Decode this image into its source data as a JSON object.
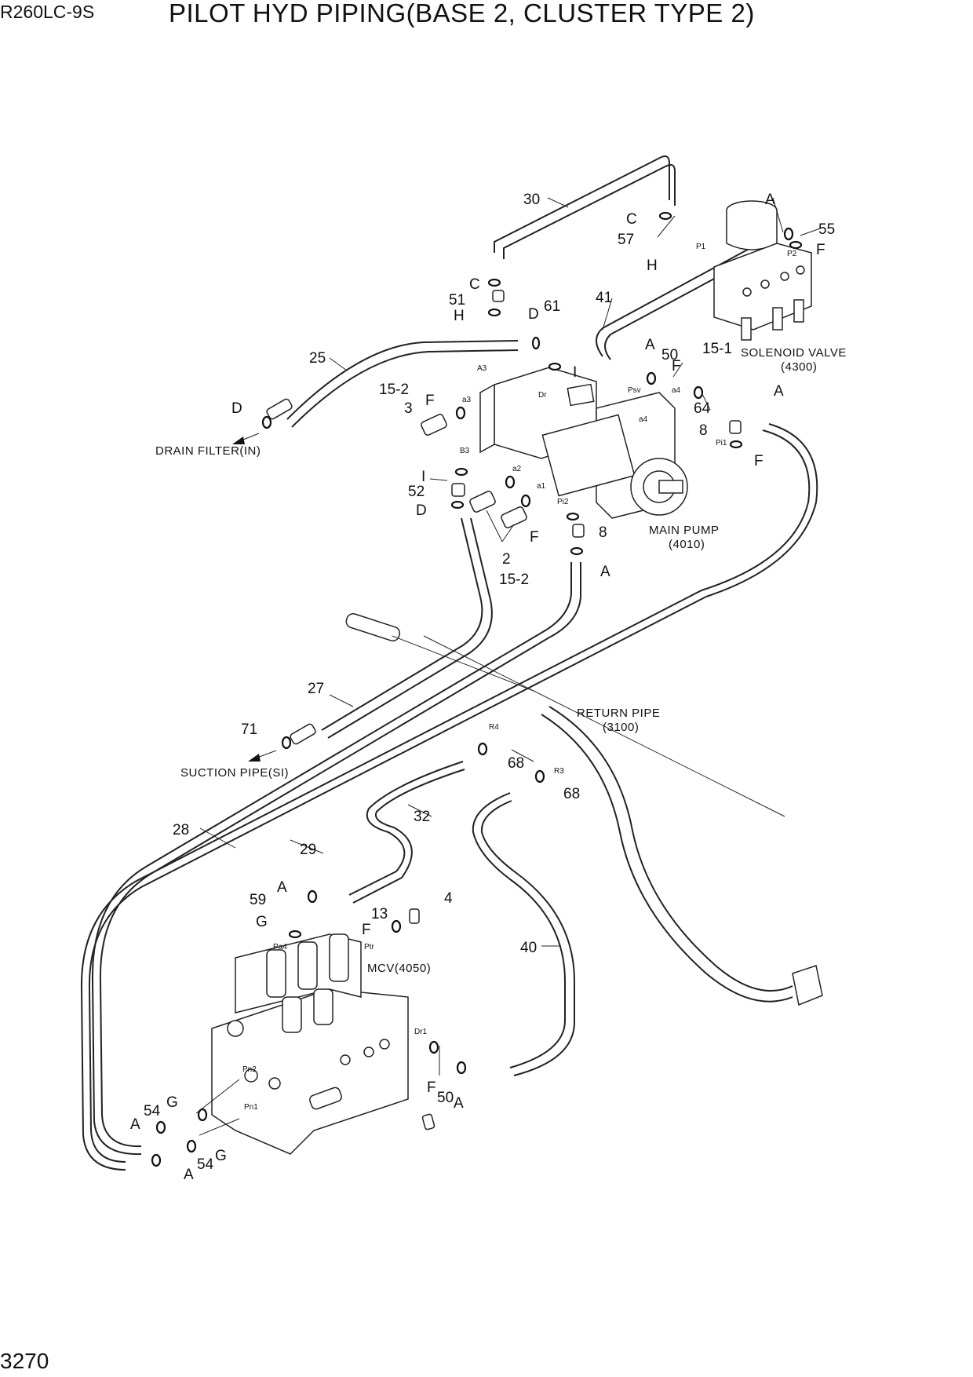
{
  "header": {
    "model": "R260LC-9S",
    "title": "PILOT HYD PIPING(BASE 2, CLUSTER TYPE 2)"
  },
  "footer": {
    "page_number": "3270"
  },
  "components": {
    "solenoid_valve": {
      "name": "SOLENOID VALVE",
      "code": "(4300)"
    },
    "main_pump": {
      "name": "MAIN PUMP",
      "code": "(4010)"
    },
    "return_pipe": {
      "name": "RETURN PIPE",
      "code": "(3100)"
    },
    "mcv": {
      "name": "MCV(4050)"
    },
    "drain_filter": {
      "name": "DRAIN FILTER(IN)"
    },
    "suction_pipe": {
      "name": "SUCTION PIPE(SI)"
    }
  },
  "callouts": [
    "30",
    "C",
    "57",
    "H",
    "A",
    "55",
    "F",
    "C",
    "51",
    "H",
    "D",
    "61",
    "41",
    "A",
    "50",
    "F",
    "15-1",
    "25",
    "I",
    "D",
    "15-2",
    "3",
    "F",
    "64",
    "A",
    "8",
    "F",
    "I",
    "52",
    "D",
    "F",
    "2",
    "15-2",
    "8",
    "A",
    "27",
    "71",
    "68",
    "68",
    "32",
    "28",
    "29",
    "A",
    "59",
    "4",
    "G",
    "F",
    "13",
    "40",
    "G",
    "54",
    "A",
    "A",
    "54",
    "G",
    "F",
    "50",
    "A"
  ],
  "port_labels": [
    "P1",
    "P2",
    "A3",
    "a3",
    "Dr",
    "Psv",
    "a4",
    "B3",
    "a2",
    "a1",
    "Pi2",
    "Pi1",
    "a4",
    "R4",
    "R3",
    "Pa4",
    "Ptr",
    "Dr1",
    "Pn2",
    "Pn1"
  ]
}
